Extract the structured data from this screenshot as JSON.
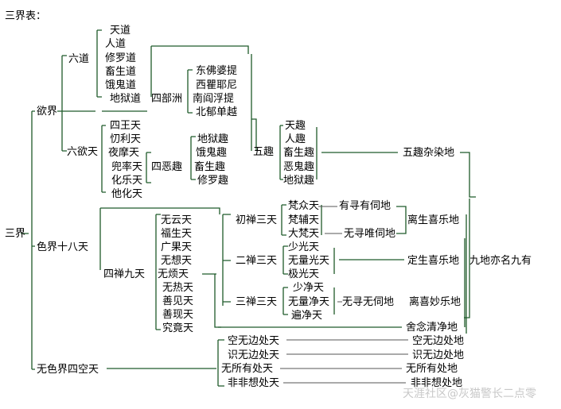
{
  "title": "三界表：",
  "root": "三界",
  "desire_realm": {
    "label": "欲界",
    "six_paths": {
      "label": "六道",
      "items": [
        "天道",
        "人道",
        "修罗道",
        "畜生道",
        "饿鬼道",
        "地狱道"
      ]
    },
    "four_continents": {
      "label": "四部洲",
      "items": [
        "东佛婆提",
        "西瞿耶尼",
        "南阎浮提",
        "北郁单越"
      ]
    },
    "six_heavens": {
      "label": "六欲天",
      "items": [
        "四王天",
        "忉利天",
        "夜摩天",
        "兜率天",
        "化乐天",
        "他化天"
      ]
    },
    "four_evil": {
      "label": "四恶趣",
      "items": [
        "地狱趣",
        "饿鬼趣",
        "畜生趣",
        "修罗趣"
      ]
    },
    "five_destinies": {
      "label": "五趣",
      "items": [
        "天趣",
        "人趣",
        "畜生趣",
        "恶鬼趣",
        "地狱趣"
      ]
    },
    "ground": "五趣杂染地"
  },
  "form_realm": {
    "label": "色界十八天",
    "dhyana1": {
      "label": "初禅三天",
      "items": [
        "梵众天",
        "梵辅天",
        "大梵天"
      ],
      "note1": "有寻有伺地",
      "note2": "无寻唯伺地",
      "ground": "离生喜乐地"
    },
    "dhyana2": {
      "label": "二禅三天",
      "items": [
        "少光天",
        "无量光天",
        "极光天"
      ],
      "ground": "定生喜乐地"
    },
    "dhyana3": {
      "label": "三禅三天",
      "items": [
        "少净天",
        "无量净天",
        "遍净天"
      ],
      "note": "无寻无伺地",
      "ground": "离喜妙乐地"
    },
    "dhyana4": {
      "label": "四禅九天",
      "items": [
        "无云天",
        "福生天",
        "广果天",
        "无想天",
        "无烦天",
        "无热天",
        "善见天",
        "善现天",
        "究竟天"
      ],
      "ground": "舍念清净地"
    }
  },
  "formless_realm": {
    "label": "无色界四空天",
    "items": [
      "空无边处天",
      "识无边处天",
      "无所有处天",
      "非非想处天"
    ],
    "grounds": [
      "空无边处地",
      "识无边处地",
      "无所有处地",
      "非非想处地"
    ]
  },
  "nine_grounds": "九地亦名九有",
  "watermark": "天涯社区@灰猫警长二点零"
}
